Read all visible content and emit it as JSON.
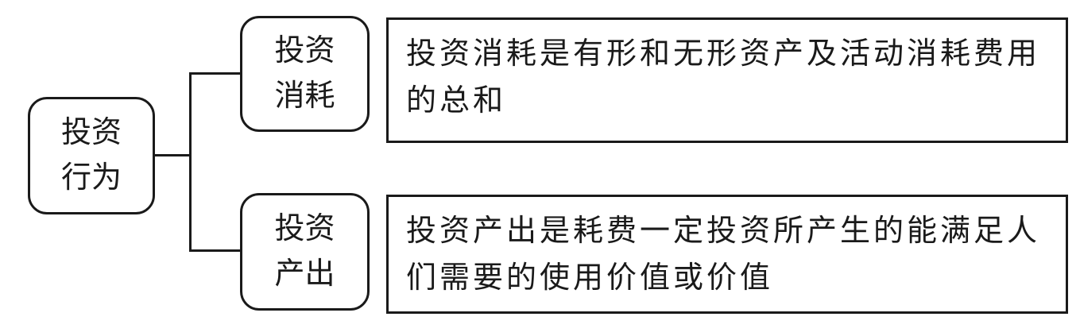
{
  "root_node": {
    "line1": "投资",
    "line2": "行为"
  },
  "branches": [
    {
      "node": {
        "line1": "投资",
        "line2": "消耗"
      },
      "description": "投资消耗是有形和无形资产及活动消耗费用的总和"
    },
    {
      "node": {
        "line1": "投资",
        "line2": "产出"
      },
      "description": "投资产出是耗费一定投资所产生的能满足人们需要的使用价值或价值"
    }
  ],
  "colors": {
    "line": "#1a1a1a",
    "background": "#ffffff",
    "text": "#1a1a1a"
  }
}
